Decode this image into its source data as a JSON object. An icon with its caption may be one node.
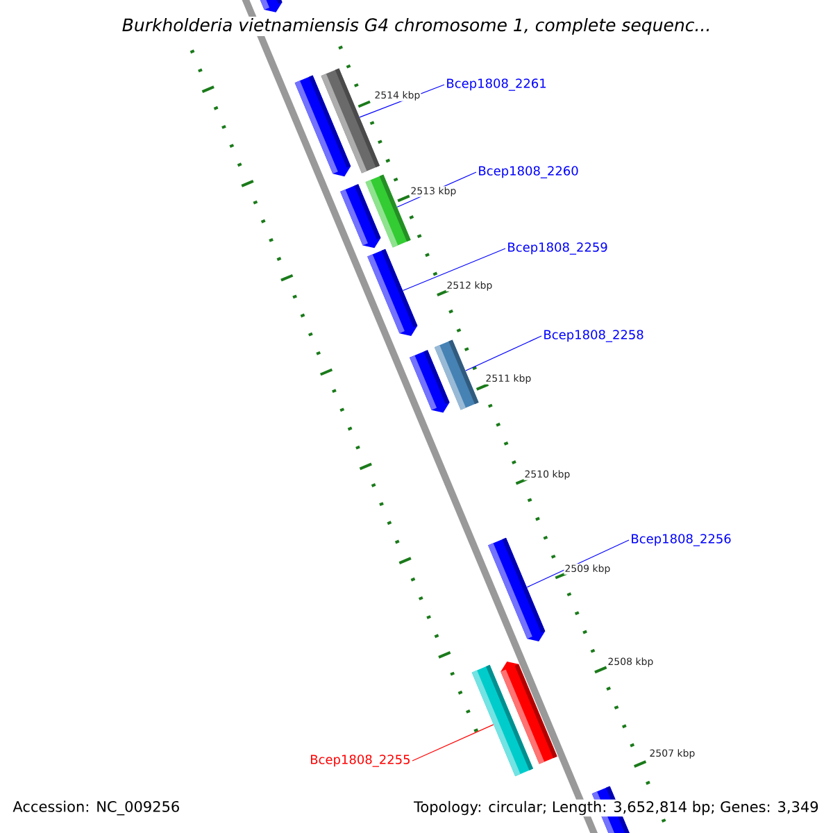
{
  "diagram": {
    "title": "Burkholderia vietnamiensis G4 chromosome 1, complete sequenc...",
    "nodes": [
      {
        "text": [],
        "shape": "bar"
      },
      {
        "text": [
          "Bcep1808_2261"
        ]
      },
      {
        "text": [],
        "shape": "bar"
      },
      {
        "text": [],
        "shape": "bar"
      },
      {
        "text": [
          "Bcep1808_2260"
        ]
      },
      {
        "text": [],
        "shape": "bar"
      },
      {
        "text": [],
        "shape": "bar"
      },
      {
        "text": [
          "Bcep1808_2259"
        ]
      },
      {
        "text": [],
        "shape": "bar"
      },
      {
        "text": [
          "Bcep1808_2258"
        ]
      },
      {
        "text": [],
        "shape": "bar"
      },
      {
        "text": [],
        "shape": "bar"
      },
      {
        "text": [
          "Bcep1808_2256"
        ]
      },
      {
        "text": [],
        "shape": "bar"
      },
      {
        "text": [],
        "shape": "bar"
      },
      {
        "text": [],
        "shape": "bar"
      },
      {
        "text": [
          "Bcep1808_2255"
        ]
      },
      {
        "text": [],
        "shape": "bar"
      }
    ],
    "edges": [
      {
        "from": 1,
        "to": 2,
        "arrow": "none"
      },
      {
        "from": 4,
        "to": 5,
        "arrow": "none"
      },
      {
        "from": 7,
        "to": 8,
        "arrow": "none"
      },
      {
        "from": 9,
        "to": 10,
        "arrow": "none"
      },
      {
        "from": 12,
        "to": 13,
        "arrow": "none"
      },
      {
        "from": 16,
        "to": 15,
        "arrow": "none",
        "color": "#ff0000"
      }
    ],
    "labels": [
      "2514 kbp",
      "2513 kbp",
      "2512 kbp",
      "2511 kbp",
      "2510 kbp",
      "2509 kbp",
      "2508 kbp",
      "2507 kbp",
      "Accession: NC_009256",
      "Topology: circular; Length: 3,652,814 bp; Genes: 3,349"
    ]
  }
}
